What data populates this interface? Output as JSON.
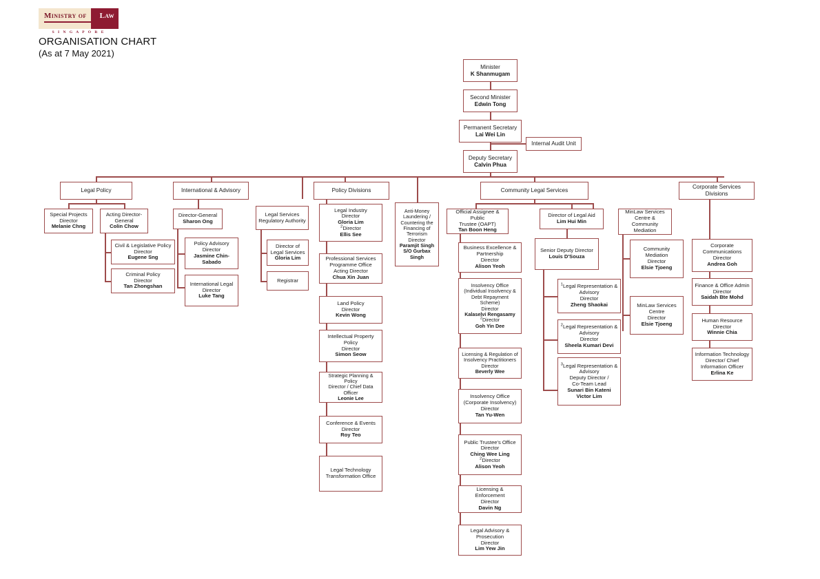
{
  "logo": {
    "ministry_of": "Ministry of",
    "law": "Law",
    "country": "S I N G A P O R E"
  },
  "header": {
    "title": "ORGANISATION CHART",
    "date_line": "(As at 7 May 2021)"
  },
  "colors": {
    "box_border": "#9D4B4B",
    "connector": "#9D4B4B",
    "logo_maroon": "#8E1B32",
    "logo_cream": "#F4E6CE",
    "text": "#1a1a1a",
    "background": "#ffffff"
  },
  "top_chain": {
    "minister": {
      "role": "Minister",
      "name": "K Shanmugam"
    },
    "second_minister": {
      "role": "Second Minister",
      "name": "Edwin Tong"
    },
    "permanent_secretary": {
      "role": "Permanent Secretary",
      "name": "Lai Wei Lin"
    },
    "internal_audit": {
      "role": "Internal Audit Unit"
    },
    "deputy_secretary": {
      "role": "Deputy Secretary",
      "name": "Calvin Phua"
    }
  },
  "divisions": {
    "legal_policy": "Legal Policy",
    "international_advisory": "International & Advisory",
    "policy_divisions": "Policy Divisions",
    "community_legal_services": "Community Legal Services",
    "corporate_services_divisions": "Corporate Services Divisions"
  },
  "legal_policy": {
    "special_projects": {
      "unit": "Special Projects",
      "role": "Director",
      "name": "Melanie Chng"
    },
    "acting_dg": {
      "unit": "Acting Director-",
      "unit2": "General",
      "name": "Colin Chow"
    },
    "civil_legislative": {
      "unit": "Civil & Legislative Policy",
      "role": "Director",
      "name": "Eugene Sng"
    },
    "criminal_policy": {
      "unit": "Criminal Policy",
      "role": "Director",
      "name": "Tan Zhongshan"
    }
  },
  "international_advisory": {
    "director_general": {
      "role": "Director-General",
      "name": "Sharon Ong"
    },
    "policy_advisory": {
      "unit": "Policy Advisory",
      "role": "Director",
      "name": "Jasmine Chin-",
      "name2": "Sabado"
    },
    "international_legal": {
      "unit": "International Legal",
      "role": "Director",
      "name": "Luke Tang"
    }
  },
  "lsra": {
    "header": {
      "l1": "Legal Services",
      "l2": "Regulatory Authority"
    },
    "director_legal_services": {
      "l1": "Director of",
      "l2": "Legal Services",
      "name": "Gloria Lim"
    },
    "registrar": {
      "label": "Registrar"
    }
  },
  "policy_divisions_items": [
    {
      "unit": "Legal Industry",
      "role": "Director",
      "name": "Gloria Lim",
      "role2_sup": "2",
      "role2": "Director",
      "name2": "Ellis See"
    },
    {
      "unit": "Professional Services",
      "unit2": "Programme Office",
      "role": "Acting Director",
      "name": "Chua Xin Juan"
    },
    {
      "unit": "Land Policy",
      "role": "Director",
      "name": "Kevin Wong"
    },
    {
      "unit": "Intellectual Property",
      "unit2": "Policy",
      "role": "Director",
      "name": "Simon Seow"
    },
    {
      "unit": "Strategic Planning & Policy",
      "role": "Director / Chief Data",
      "role2": "Officer",
      "name": "Leonie Lee"
    },
    {
      "unit": "Conference & Events",
      "role": "Director",
      "name": "Roy Teo"
    },
    {
      "unit": "Legal Technology",
      "unit2": "Transformation Office"
    }
  ],
  "amlcft": {
    "l1": "Anti-Money",
    "l2": "Laundering /",
    "l3": "Countering the",
    "l4": "Financing of",
    "l5": "Terrorism",
    "role": "Director",
    "name": "Paramjit Singh",
    "name2": "S/O Gurbax",
    "name3": "Singh"
  },
  "oapt": {
    "header": {
      "l1": "Official Assignee & Public",
      "l2": "Trustee  (OAPT)",
      "name": "Tan Boon Heng"
    },
    "items": [
      {
        "unit": "Business Excellence &",
        "unit2": "Partnership",
        "role": "Director",
        "name": "Alison Yeoh"
      },
      {
        "unit": "Insolvency Office",
        "unit2": "(Individual Insolvency &",
        "unit3": "Debt Repayment Scheme)",
        "role": "Director",
        "name": "Kalaselvi Rengasamy",
        "role2_sup": "2",
        "role2": "Director",
        "name2": "Goh Yin Dee"
      },
      {
        "unit": "Licensing & Regulation of",
        "unit2": "Insolvency Practitioners",
        "role": "Director",
        "name": "Beverly Wee"
      },
      {
        "unit": "Insolvency Office",
        "unit2": "(Corporate Insolvency)",
        "role": "Director",
        "name": "Tan Yu-Wen"
      },
      {
        "unit": "Public Trustee's Office",
        "role": "Director",
        "name": "Ching Wee Ling",
        "role2_sup": "2",
        "role2": "Director",
        "name2": "Alison Yeoh"
      },
      {
        "unit": "Licensing & Enforcement",
        "role": "Director",
        "name": "Davin Ng"
      },
      {
        "unit": "Legal Advisory &",
        "unit2": "Prosecution",
        "role": "Director",
        "name": "Lim Yew Jin"
      }
    ]
  },
  "legal_aid": {
    "header": {
      "role": "Director of Legal Aid",
      "name": "Lim Hui Min"
    },
    "senior_deputy": {
      "role": "Senior Deputy Director",
      "name": "Louis D'Souza"
    },
    "items": [
      {
        "sup": "1",
        "unit": "Legal Representation &",
        "unit2": "Advisory",
        "role": "Director",
        "name": "Zheng Shaokai"
      },
      {
        "sup": "2",
        "unit": "Legal Representation &",
        "unit2": "Advisory",
        "role": "Director",
        "name": "Sheela Kumari Devi"
      },
      {
        "sup": "3",
        "unit": "Legal Representation &",
        "unit2": "Advisory",
        "role": "Deputy Director /",
        "role2": "Co-Team Lead",
        "name": "Sunari Bin Kateni",
        "name2": "Victor Lim"
      }
    ]
  },
  "minlaw_services": {
    "header": {
      "l1": "MinLaw Services",
      "l2": "Centre & Community",
      "l3": "Mediation"
    },
    "items": [
      {
        "unit": "Community",
        "unit2": "Mediation",
        "role": "Director",
        "name": "Elsie Tjoeng"
      },
      {
        "unit": "MinLaw Services",
        "unit2": "Centre",
        "role": "Director",
        "name": "Elsie Tjoeng"
      }
    ]
  },
  "corporate_services": [
    {
      "unit": "Corporate",
      "unit2": "Communications",
      "role": "Director",
      "name": "Andrea Goh"
    },
    {
      "unit": "Finance & Office Admin",
      "role": "Director",
      "name": "Saidah Bte Mohd"
    },
    {
      "unit": "Human Resource",
      "role": "Director",
      "name": "Winnie Chia"
    },
    {
      "unit": "Information Technology",
      "role": "Director/ Chief",
      "role2": "Information Officer",
      "name": "Erlina Ke"
    }
  ]
}
